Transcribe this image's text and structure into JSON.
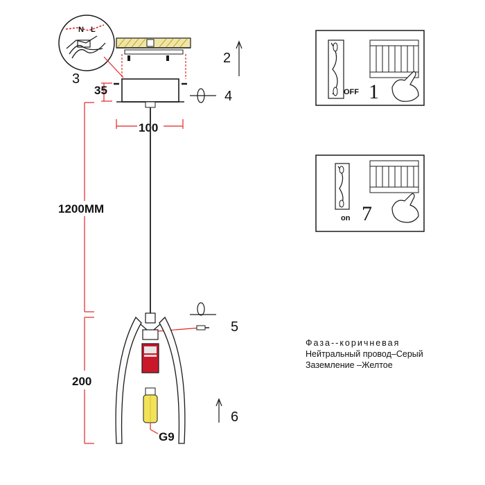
{
  "labels": {
    "callout_2": "2",
    "callout_3": "3",
    "callout_4": "4",
    "callout_5": "5",
    "callout_6": "6",
    "dim_35": "35",
    "dim_100": "100",
    "dim_cord": "1200MM",
    "dim_shade": "200",
    "bulb": "G9",
    "wire_detail_n": "N",
    "wire_detail_l": "L"
  },
  "panels": [
    {
      "switch_label": "OFF",
      "step_number": "1"
    },
    {
      "switch_label": "on",
      "step_number": "7"
    }
  ],
  "wiring_legend": [
    "Фаза--коричневая",
    "Нейтральный провод–Серый",
    "Заземление –Желтое"
  ],
  "colors": {
    "dimension_lines": "#e32424",
    "drawing_lines": "#1a1a1a",
    "ceiling_hatch": "#e6c84a",
    "bulb_yellow": "#f2e25a",
    "socket_red": "#c8182a"
  }
}
